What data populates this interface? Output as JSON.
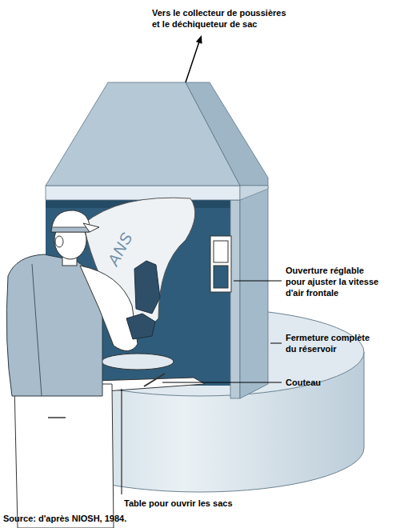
{
  "diagram": {
    "caption": "Source: d'après NIOSH, 1984.",
    "labels": [
      "Vers le collecteur de poussières et le déchiqueteur de sac",
      "ANS",
      "Ouverture réglable pour ajuster la vitesse d'air frontale",
      "Fermeture complète du réservoir",
      "Couteau",
      "Table pour ouvrir les sacs"
    ]
  }
}
